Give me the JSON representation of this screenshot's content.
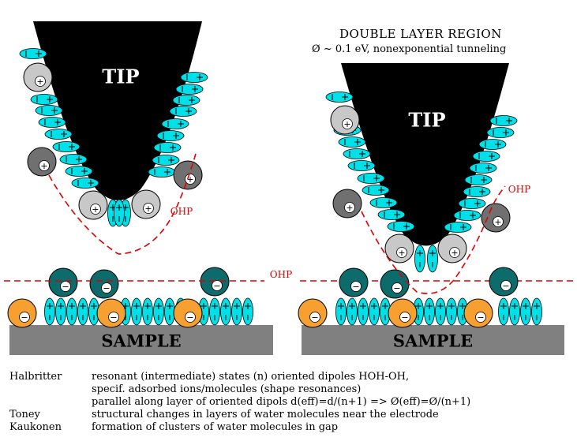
{
  "header": {
    "title": "DOUBLE LAYER REGION",
    "subtitle": "Ø ~ 0.1 eV, nonexponential tunneling"
  },
  "labels": {
    "tip": "TIP",
    "sample": "SAMPLE",
    "ohp": "OHP",
    "plus": "+",
    "minus": "−"
  },
  "notes": [
    {
      "author": "Halbritter",
      "text": "resonant (intermediate) states (n) oriented dipoles HOH-OH,"
    },
    {
      "author": "",
      "text": "specif. adsorbed ions/molecules (shape resonances)"
    },
    {
      "author": "",
      "text": "parallel along layer of oriented dipols  d(eff)=d/(n+1)  =>  Ø(eff)=Ø/(n+1)"
    },
    {
      "author": "Toney",
      "text": "structural changes in layers of water molecules near the electrode"
    },
    {
      "author": "Kaukonen",
      "text": "formation of clusters of water molecules in gap"
    }
  ],
  "colors": {
    "dipole": "#00e0e8",
    "tip": "#000000",
    "sample": "#808080",
    "cation_light": "#c8c8c8",
    "cation_dark": "#707070",
    "anion": "#0d6b6b",
    "anion_orange": "#f5a030",
    "ohp_line": "#e00000"
  }
}
